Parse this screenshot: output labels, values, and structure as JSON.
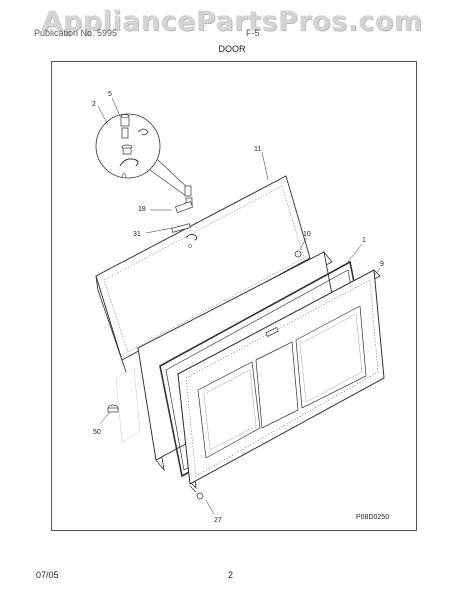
{
  "watermark": "AppliancePartsPros.com",
  "header": {
    "left": "Publication No. 5995",
    "mid": "F-5",
    "title": "DOOR"
  },
  "callouts": {
    "c1": "1",
    "c2": "2",
    "c5": "5",
    "c9": "9",
    "c10": "10",
    "c11": "11",
    "c18": "18",
    "c27": "27",
    "c31": "31",
    "c50": "50"
  },
  "diagram_code": "P08D0250",
  "footer": {
    "date": "07/05",
    "page": "2"
  }
}
